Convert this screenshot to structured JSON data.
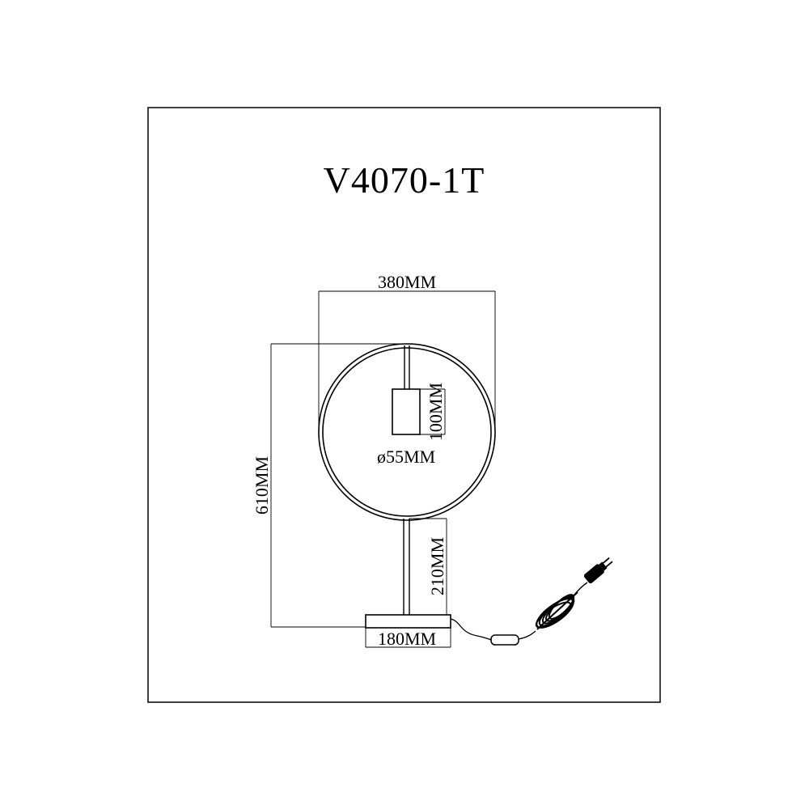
{
  "model_code": "V4070-1T",
  "dimensions": {
    "width": "380MM",
    "height": "610MM",
    "shade_height": "100MM",
    "shade_diameter": "ø55MM",
    "stem_height": "210MM",
    "base_width": "180MM"
  },
  "colors": {
    "line": "#000000",
    "background": "#ffffff"
  }
}
